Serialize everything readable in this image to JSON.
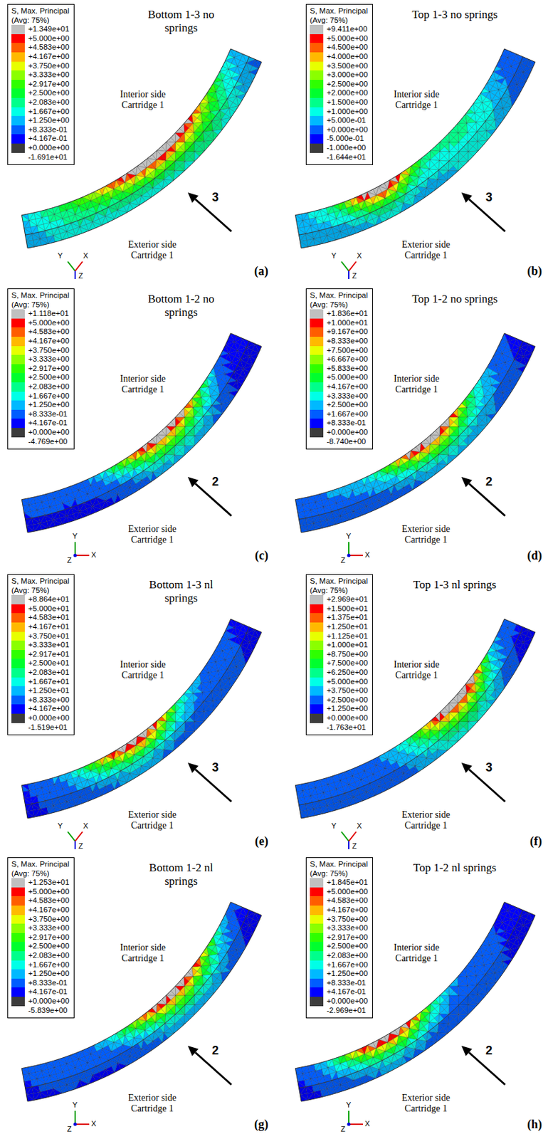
{
  "diagram": {
    "labels": [
      "S, Max. Principal",
      "(Avg: 75%)",
      "Bottom 1-3 no springs",
      "Interior side Cartridge 1",
      "Exterior side Cartridge 1",
      "3",
      "Y",
      "X",
      "Z",
      "(a)",
      "S, Max. Principal",
      "(Avg: 75%)",
      "Top 1-3 no springs",
      "Interior side Cartridge 1",
      "Exterior side Cartridge 1",
      "3",
      "Y",
      "X",
      "Z",
      "(b)",
      "S, Max. Principal",
      "(Avg: 75%)",
      "Bottom 1-2 no springs",
      "Interior side Cartridge 1",
      "Exterior side Cartridge 1",
      "2",
      "Y",
      "X",
      "Z",
      "(c)",
      "S, Max. Principal",
      "(Avg: 75%)",
      "Top 1-2 no springs",
      "Interior side Cartridge 1",
      "Exterior side Cartridge 1",
      "2",
      "Y",
      "X",
      "Z",
      "(d)",
      "S, Max. Principal",
      "(Avg: 75%)",
      "Bottom 1-3 nl springs",
      "Interior side Cartridge 1",
      "Exterior side Cartridge 1",
      "3",
      "Y",
      "X",
      "Z",
      "(e)",
      "S, Max. Principal",
      "(Avg: 75%)",
      "Top 1-3 nl springs",
      "Interior side Cartridge 1",
      "Exterior side Cartridge 1",
      "3",
      "Y",
      "X",
      "Z",
      "(f)",
      "S, Max. Principal",
      "(Avg: 75%)",
      "Bottom 1-2 nl springs",
      "Interior side Cartridge 1",
      "Exterior side Cartridge 1",
      "2",
      "Y",
      "X",
      "Z",
      "(g)",
      "S, Max. Principal",
      "(Avg: 75%)",
      "Top 1-2 nl springs",
      "Interior side Cartridge 1",
      "Exterior side Cartridge 1",
      "2",
      "Y",
      "X",
      "Z",
      "(h)"
    ],
    "legend": [
      {
        "text": "+1.349e+01",
        "color": "#c0c0c0"
      },
      {
        "text": "+5.000e+00",
        "color": "#ff0000"
      },
      {
        "text": "+4.583e+00",
        "color": "#ff5d00"
      },
      {
        "text": "+4.167e+00",
        "color": "#ffb900"
      },
      {
        "text": "+3.750e+00",
        "color": "#e7ff00"
      },
      {
        "text": "+3.333e+00",
        "color": "#8bff00"
      },
      {
        "text": "+2.917e+00",
        "color": "#2eff00"
      },
      {
        "text": "+2.500e+00",
        "color": "#00ff2e"
      },
      {
        "text": "+2.083e+00",
        "color": "#00ff8b"
      },
      {
        "text": "+1.667e+00",
        "color": "#00ffe7"
      },
      {
        "text": "+1.250e+00",
        "color": "#00b9ff"
      },
      {
        "text": "+8.333e-01",
        "color": "#005dff"
      },
      {
        "text": "+4.167e-01",
        "color": "#0000ff"
      },
      {
        "text": "+0.000e+00",
        "color": "#3c3c3c"
      },
      {
        "text": "-1.691e+01"
      },
      {
        "text": "+9.411e+00",
        "color": "#c0c0c0"
      },
      {
        "text": "+5.000e+00",
        "color": "#ff0000"
      },
      {
        "text": "+4.500e+00",
        "color": "#ff5d00"
      },
      {
        "text": "+4.000e+00",
        "color": "#ffb900"
      },
      {
        "text": "+3.500e+00",
        "color": "#e7ff00"
      },
      {
        "text": "+3.000e+00",
        "color": "#8bff00"
      },
      {
        "text": "+2.500e+00",
        "color": "#2eff00"
      },
      {
        "text": "+2.000e+00",
        "color": "#00ff2e"
      },
      {
        "text": "+1.500e+00",
        "color": "#00ff8b"
      },
      {
        "text": "+1.000e+00",
        "color": "#00ffe7"
      },
      {
        "text": "+5.000e-01",
        "color": "#00b9ff"
      },
      {
        "text": "+0.000e+00",
        "color": "#005dff"
      },
      {
        "text": "-5.000e-01",
        "color": "#0000ff"
      },
      {
        "text": "-1.000e+00",
        "color": "#3c3c3c"
      },
      {
        "text": "-1.644e+01"
      },
      {
        "text": "+1.118e+01",
        "color": "#c0c0c0"
      },
      {
        "text": "+5.000e+00",
        "color": "#ff0000"
      },
      {
        "text": "+4.583e+00",
        "color": "#ff5d00"
      },
      {
        "text": "+4.167e+00",
        "color": "#ffb900"
      },
      {
        "text": "+3.750e+00",
        "color": "#e7ff00"
      },
      {
        "text": "+3.333e+00",
        "color": "#8bff00"
      },
      {
        "text": "+2.917e+00",
        "color": "#2eff00"
      },
      {
        "text": "+2.500e+00",
        "color": "#00ff2e"
      },
      {
        "text": "+2.083e+00",
        "color": "#00ff8b"
      },
      {
        "text": "+1.667e+00",
        "color": "#00ffe7"
      },
      {
        "text": "+1.250e+00",
        "color": "#00b9ff"
      },
      {
        "text": "+8.333e-01",
        "color": "#005dff"
      },
      {
        "text": "+4.167e-01",
        "color": "#0000ff"
      },
      {
        "text": "+0.000e+00",
        "color": "#3c3c3c"
      },
      {
        "text": "-4.769e+00"
      },
      {
        "text": "+1.836e+01",
        "color": "#c0c0c0"
      },
      {
        "text": "+1.000e+01",
        "color": "#ff0000"
      },
      {
        "text": "+9.167e+00",
        "color": "#ff5d00"
      },
      {
        "text": "+8.333e+00",
        "color": "#ffb900"
      },
      {
        "text": "+7.500e+00",
        "color": "#e7ff00"
      },
      {
        "text": "+6.667e+00",
        "color": "#8bff00"
      },
      {
        "text": "+5.833e+00",
        "color": "#2eff00"
      },
      {
        "text": "+5.000e+00",
        "color": "#00ff2e"
      },
      {
        "text": "+4.167e+00",
        "color": "#00ff8b"
      },
      {
        "text": "+3.333e+00",
        "color": "#00ffe7"
      },
      {
        "text": "+2.500e+00",
        "color": "#00b9ff"
      },
      {
        "text": "+1.667e+00",
        "color": "#005dff"
      },
      {
        "text": "+8.333e-01",
        "color": "#0000ff"
      },
      {
        "text": "+0.000e+00",
        "color": "#3c3c3c"
      },
      {
        "text": "-8.740e+00"
      },
      {
        "text": "+8.864e+01",
        "color": "#c0c0c0"
      },
      {
        "text": "+5.000e+01",
        "color": "#ff0000"
      },
      {
        "text": "+4.583e+01",
        "color": "#ff5d00"
      },
      {
        "text": "+4.167e+01",
        "color": "#ffb900"
      },
      {
        "text": "+3.750e+01",
        "color": "#e7ff00"
      },
      {
        "text": "+3.333e+01",
        "color": "#8bff00"
      },
      {
        "text": "+2.917e+01",
        "color": "#2eff00"
      },
      {
        "text": "+2.500e+01",
        "color": "#00ff2e"
      },
      {
        "text": "+2.083e+01",
        "color": "#00ff8b"
      },
      {
        "text": "+1.667e+01",
        "color": "#00ffe7"
      },
      {
        "text": "+1.250e+01",
        "color": "#00b9ff"
      },
      {
        "text": "+8.333e+00",
        "color": "#005dff"
      },
      {
        "text": "+4.167e+00",
        "color": "#0000ff"
      },
      {
        "text": "+0.000e+00",
        "color": "#3c3c3c"
      },
      {
        "text": "-1.519e+01"
      },
      {
        "text": "+2.969e+01",
        "color": "#c0c0c0"
      },
      {
        "text": "+1.500e+01",
        "color": "#ff0000"
      },
      {
        "text": "+1.375e+01",
        "color": "#ff5d00"
      },
      {
        "text": "+1.250e+01",
        "color": "#ffb900"
      },
      {
        "text": "+1.125e+01",
        "color": "#e7ff00"
      },
      {
        "text": "+1.000e+01",
        "color": "#8bff00"
      },
      {
        "text": "+8.750e+00",
        "color": "#2eff00"
      },
      {
        "text": "+7.500e+00",
        "color": "#00ff2e"
      },
      {
        "text": "+6.250e+00",
        "color": "#00ff8b"
      },
      {
        "text": "+5.000e+00",
        "color": "#00ffe7"
      },
      {
        "text": "+3.750e+00",
        "color": "#00b9ff"
      },
      {
        "text": "+2.500e+00",
        "color": "#005dff"
      },
      {
        "text": "+1.250e+00",
        "color": "#0000ff"
      },
      {
        "text": "+0.000e+00",
        "color": "#3c3c3c"
      },
      {
        "text": "-1.763e+01"
      },
      {
        "text": "+1.253e+01",
        "color": "#c0c0c0"
      },
      {
        "text": "+5.000e+00",
        "color": "#ff0000"
      },
      {
        "text": "+4.583e+00",
        "color": "#ff5d00"
      },
      {
        "text": "+4.167e+00",
        "color": "#ffb900"
      },
      {
        "text": "+3.750e+00",
        "color": "#e7ff00"
      },
      {
        "text": "+3.333e+00",
        "color": "#8bff00"
      },
      {
        "text": "+2.917e+00",
        "color": "#2eff00"
      },
      {
        "text": "+2.500e+00",
        "color": "#00ff2e"
      },
      {
        "text": "+2.083e+00",
        "color": "#00ff8b"
      },
      {
        "text": "+1.667e+00",
        "color": "#00ffe7"
      },
      {
        "text": "+1.250e+00",
        "color": "#00b9ff"
      },
      {
        "text": "+8.333e-01",
        "color": "#005dff"
      },
      {
        "text": "+4.167e-01",
        "color": "#0000ff"
      },
      {
        "text": "+0.000e+00",
        "color": "#3c3c3c"
      },
      {
        "text": "-5.839e+00"
      },
      {
        "text": "+1.845e+01",
        "color": "#c0c0c0"
      },
      {
        "text": "+5.000e+00",
        "color": "#ff0000"
      },
      {
        "text": "+4.583e+00",
        "color": "#ff5d00"
      },
      {
        "text": "+4.167e+00",
        "color": "#ffb900"
      },
      {
        "text": "+3.750e+00",
        "color": "#e7ff00"
      },
      {
        "text": "+3.333e+00",
        "color": "#8bff00"
      },
      {
        "text": "+2.917e+00",
        "color": "#2eff00"
      },
      {
        "text": "+2.500e+00",
        "color": "#00ff2e"
      },
      {
        "text": "+2.083e+00",
        "color": "#00ff8b"
      },
      {
        "text": "+1.667e+00",
        "color": "#00ffe7"
      },
      {
        "text": "+1.250e+00",
        "color": "#00b9ff"
      },
      {
        "text": "+8.333e-01",
        "color": "#005dff"
      },
      {
        "text": "+4.167e-01",
        "color": "#0000ff"
      },
      {
        "text": "+0.000e+00",
        "color": "#3c3c3c"
      },
      {
        "text": "-2.969e+01"
      }
    ]
  }
}
